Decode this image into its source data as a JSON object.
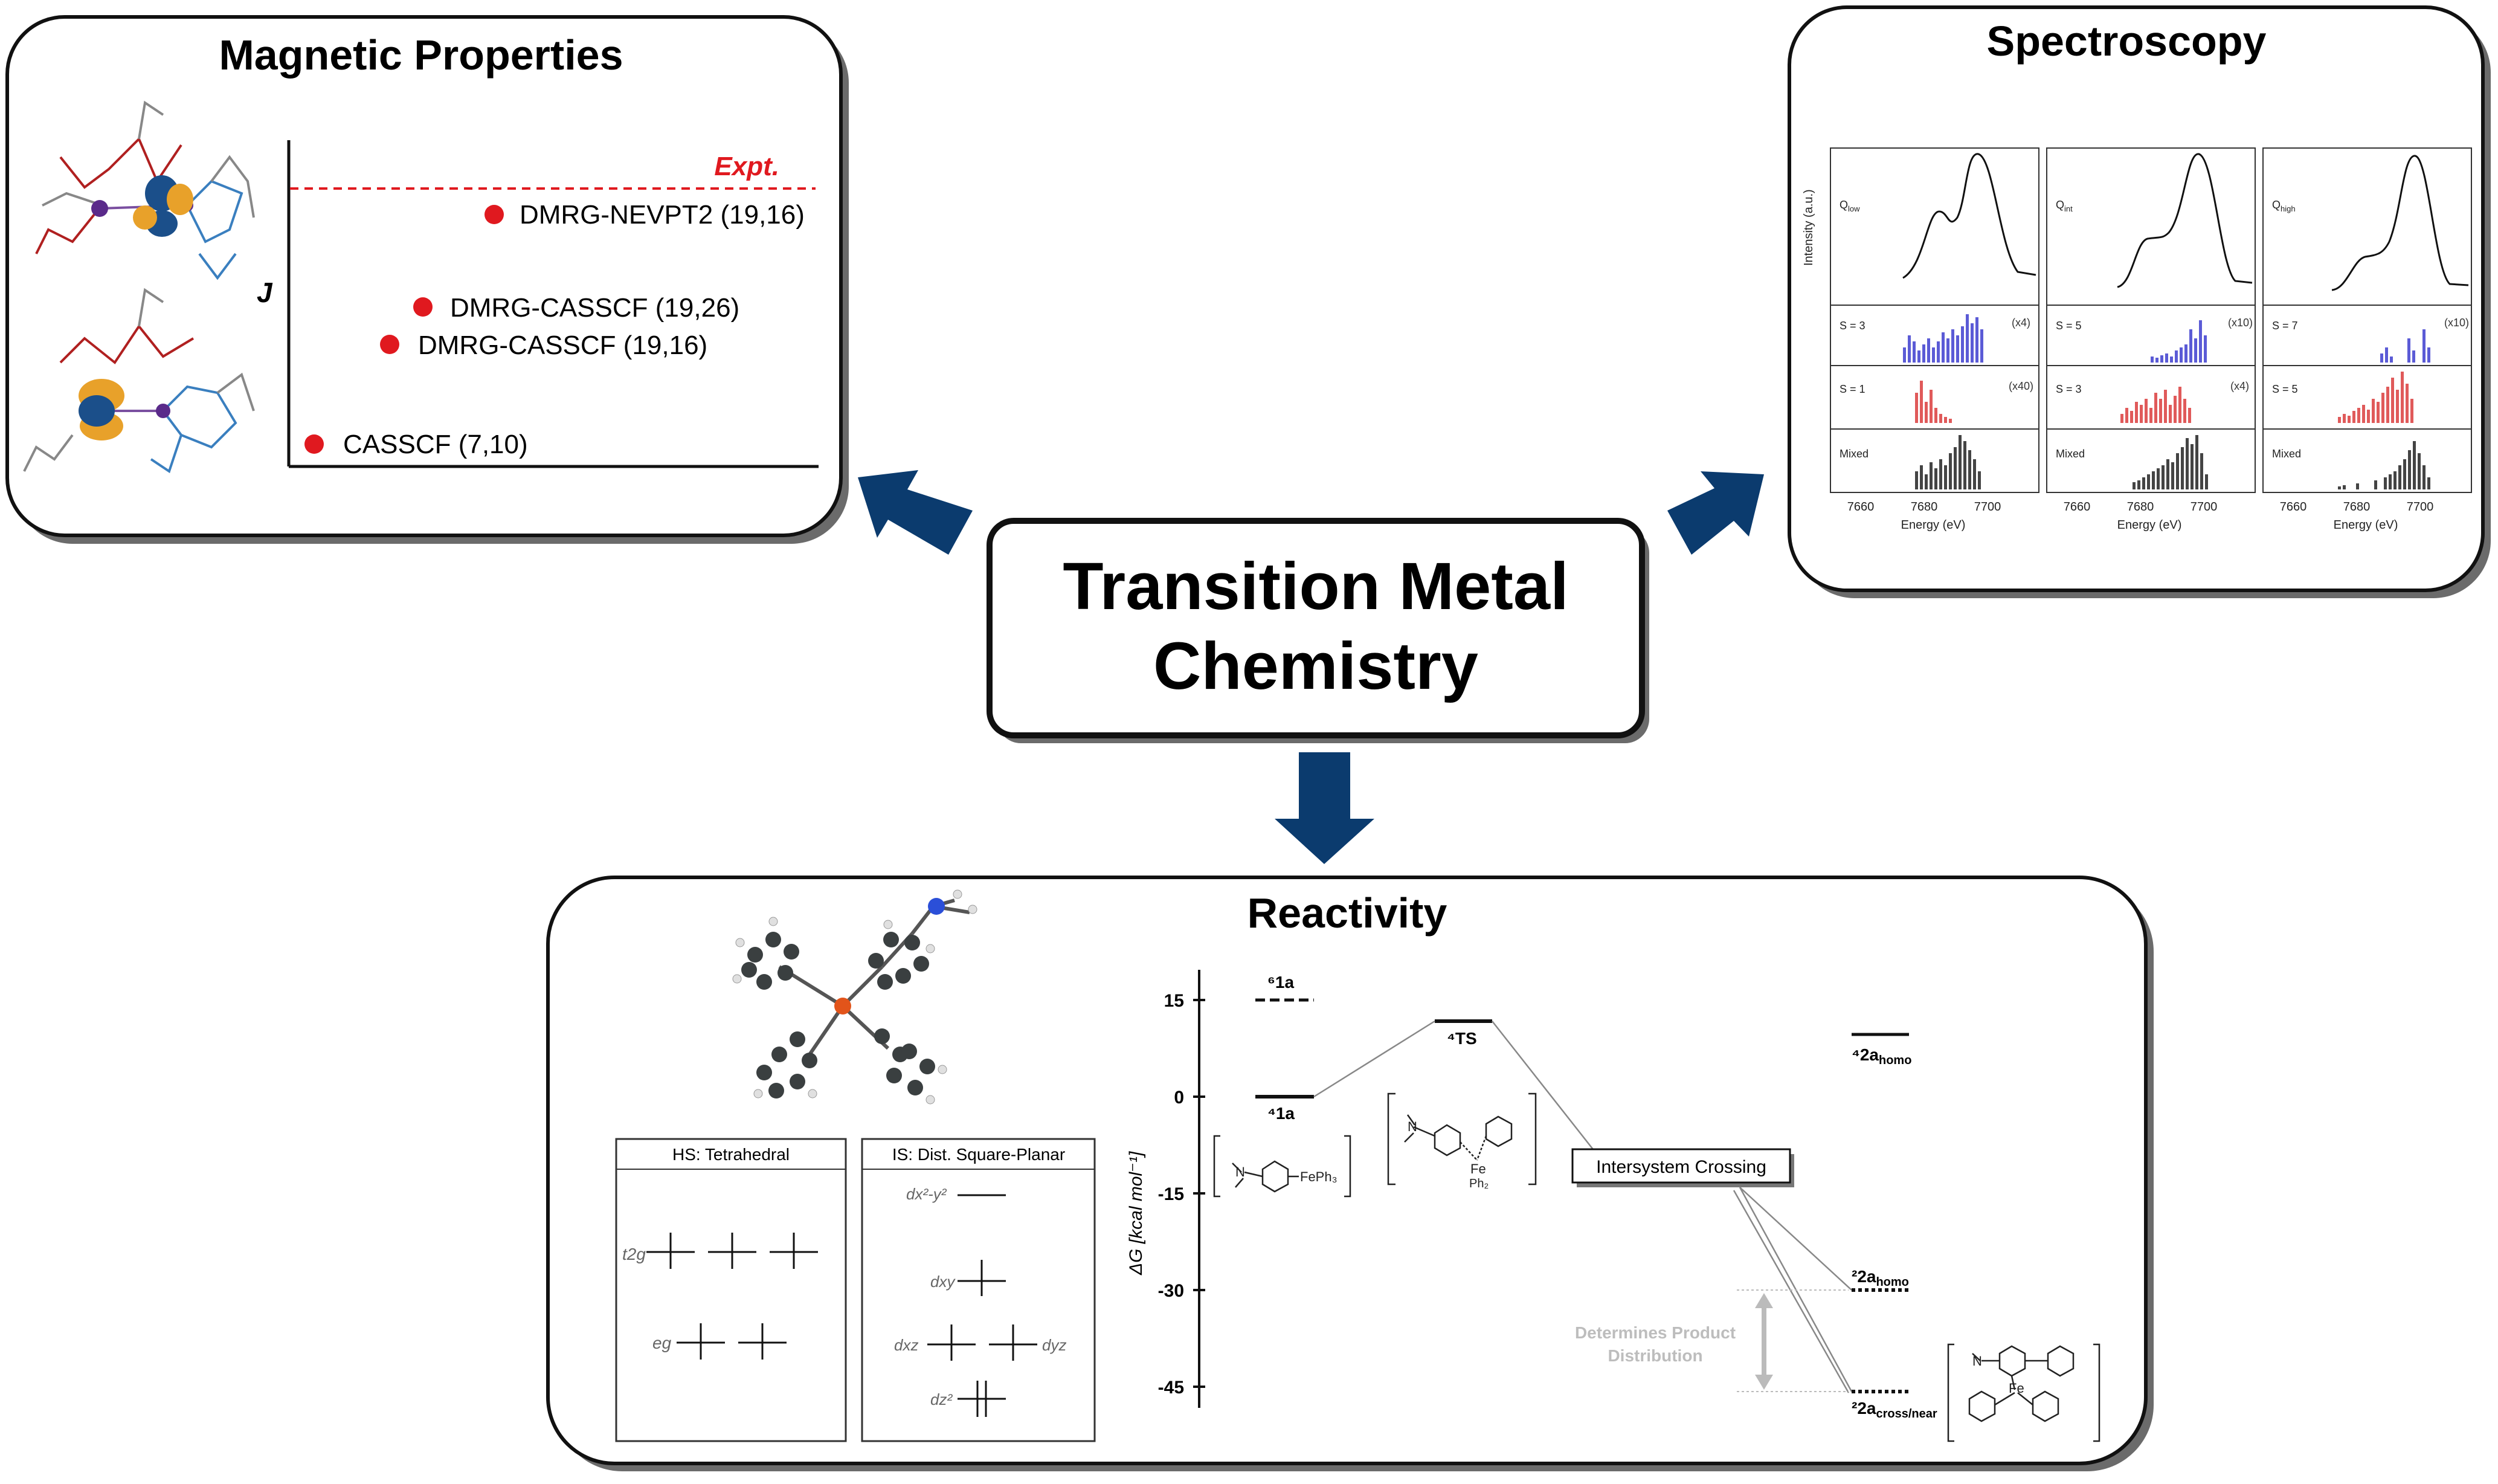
{
  "center": {
    "line1": "Transition Metal",
    "line2": "Chemistry"
  },
  "magnetic": {
    "title": "Magnetic Properties",
    "y_axis_label": "J",
    "expt_label": "Expt.",
    "methods": [
      "DMRG-NEVPT2 (19,16)",
      "DMRG-CASSCF (19,26)",
      "DMRG-CASSCF (19,16)",
      "CASSCF (7,10)"
    ]
  },
  "spectroscopy": {
    "title": "Spectroscopy",
    "y_axis_label": "Intensity (a.u.)",
    "x_axis_label": "Energy (eV)",
    "x_ticks": [
      "7660",
      "7680",
      "7700"
    ],
    "columns": [
      {
        "q": "Q",
        "q_sub": "low",
        "s_top": "S = 3",
        "s_top_scale": "(x4)",
        "s_mid": "S = 1",
        "s_mid_scale": "(x40)",
        "mixed": "Mixed"
      },
      {
        "q": "Q",
        "q_sub": "int",
        "s_top": "S = 5",
        "s_top_scale": "(x10)",
        "s_mid": "S = 3",
        "s_mid_scale": "(x4)",
        "mixed": "Mixed"
      },
      {
        "q": "Q",
        "q_sub": "high",
        "s_top": "S = 7",
        "s_top_scale": "(x10)",
        "s_mid": "S = 5",
        "s_mid_scale": "",
        "mixed": "Mixed"
      }
    ]
  },
  "reactivity": {
    "title": "Reactivity",
    "hs_title": "HS: Tetrahedral",
    "is_title": "IS: Dist. Square-Planar",
    "hs_t2g": "t2g",
    "hs_eg": "eg",
    "y_axis_label": "ΔG [kcal mol⁻¹]",
    "y_ticks": [
      "15",
      "0",
      "-15",
      "-30",
      "-45"
    ],
    "levels": {
      "l61a": "⁶1a",
      "l41a": "⁴1a",
      "l4ts": "⁴TS",
      "l42a": "⁴2a",
      "l42a_sub": "homo",
      "l22a_homo": "²2a",
      "l22a_homo_sub": "homo",
      "l22a_cross": "²2a",
      "l22a_cross_sub": "cross/near"
    },
    "isc_label": "Intersystem Crossing",
    "determines_line1": "Determines Product",
    "determines_line2": "Distribution",
    "struct_labels": {
      "fePh3": "FePh₃",
      "fe": "Fe",
      "ph2": "Ph₂",
      "n": "N"
    },
    "orbitals": {
      "dx2y2": "dx²-y²",
      "dxy": "dxy",
      "dxz": "dxz",
      "dyz": "dyz",
      "dz2": "dz²"
    }
  },
  "colors": {
    "arrow": "#0b3b6e",
    "expt": "#e0191f",
    "points": "#e0191f",
    "blue_bars": "#5b5bd6",
    "red_bars": "#e05a5a",
    "grey_bars": "#444444",
    "orbital_orange": "#e8a12a",
    "orbital_blue": "#1b4f8a"
  }
}
